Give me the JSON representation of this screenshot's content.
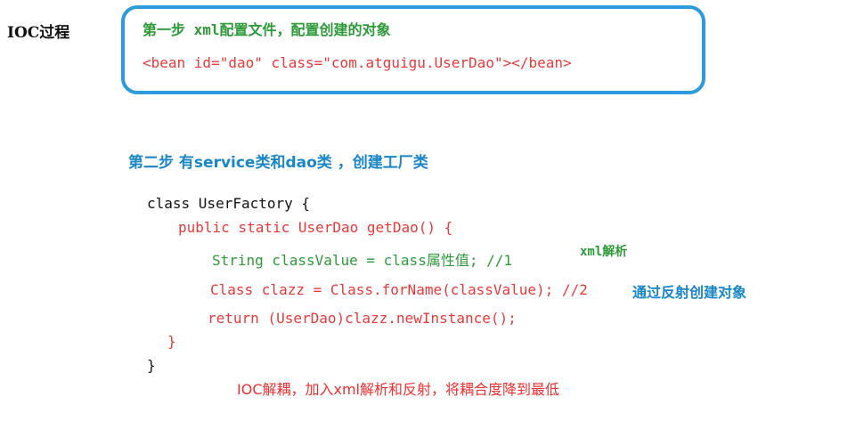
{
  "title": "IOC过程",
  "step1": {
    "heading": "第一步 xml配置文件，配置创建的对象",
    "code": "<bean id=\"dao\" class=\"com.atguigu.UserDao\"></bean>"
  },
  "step2": {
    "heading": "第二步 有service类和dao类 ，创建工厂类"
  },
  "code_lines": {
    "line1": "class UserFactory {",
    "line2": "public static UserDao getDao() {",
    "line3": "String classValue = class属性值; //1",
    "line3_comment": "xml解析",
    "line4": "Class clazz = Class.forName(classValue); //2",
    "line4_comment": "通过反射创建对象",
    "line5": "return (UserDao)clazz.newInstance();",
    "line6": "}",
    "line7": "}"
  },
  "summary": "IOC解耦，加入xml解析和反射，将耦合度降到最低",
  "colors": {
    "box_border": "#2b9bdc",
    "green_text": "#2e9a3a",
    "red_text": "#e83a3a",
    "blue_text": "#1a86c8"
  }
}
